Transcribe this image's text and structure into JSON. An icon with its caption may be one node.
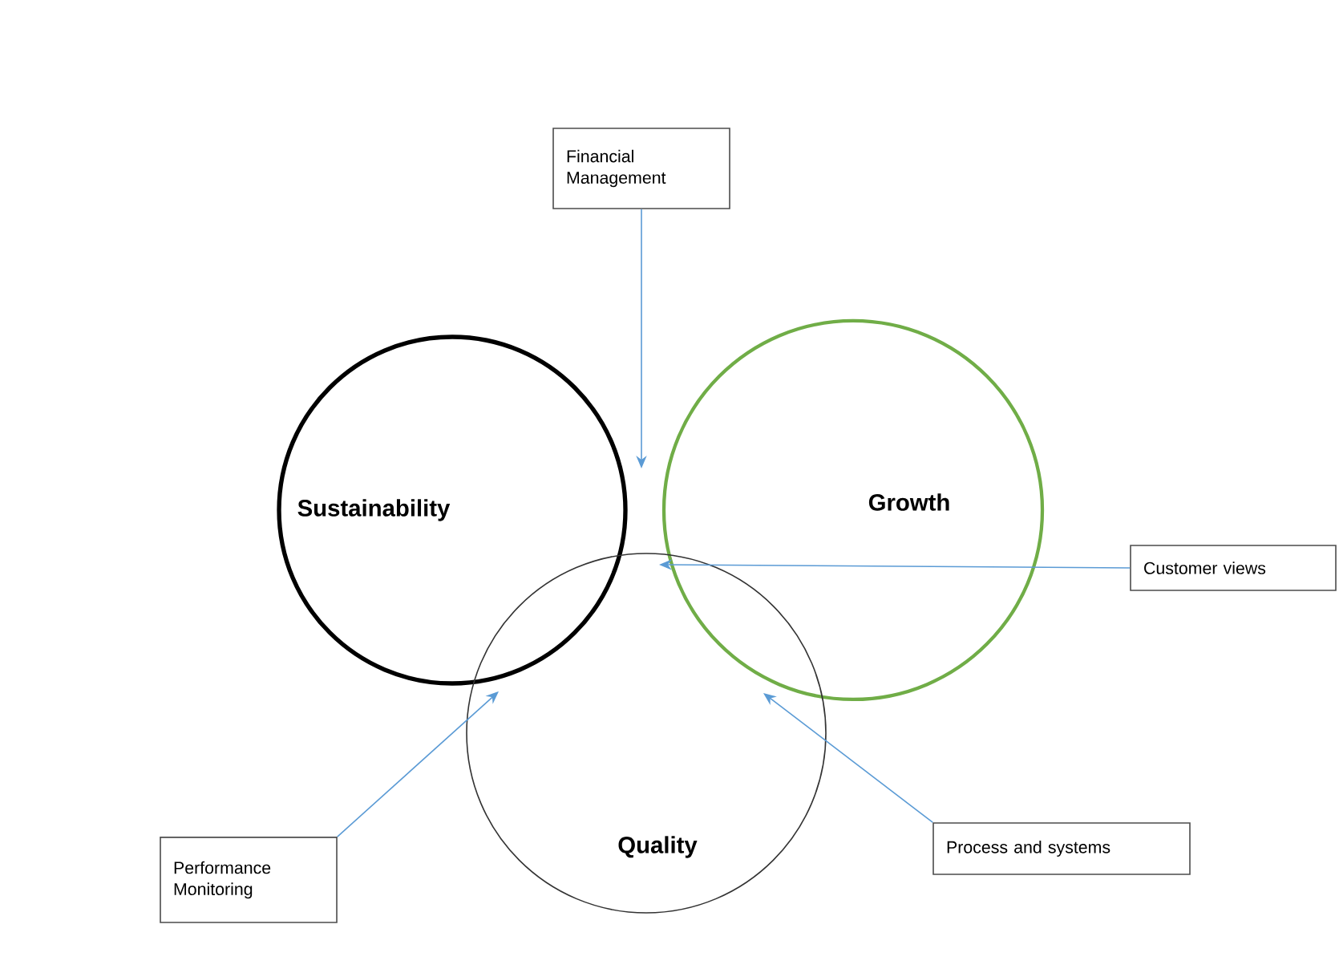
{
  "diagram": {
    "nodes": [
      {
        "text": [
          "Sustainability"
        ]
      },
      {
        "text": [
          "Growth"
        ]
      },
      {
        "text": [
          "Quality"
        ]
      },
      {
        "text": [
          "Financial Management"
        ]
      },
      {
        "text": [
          "Customer views"
        ]
      },
      {
        "text": [
          "Performance Monitoring"
        ]
      },
      {
        "text": [
          "Process and systems"
        ]
      }
    ],
    "edges": [
      {
        "from": 3,
        "to": 0,
        "arrow": "to"
      },
      {
        "from": 4,
        "to": 1,
        "arrow": "to"
      },
      {
        "from": 4,
        "to": 2,
        "arrow": "to"
      },
      {
        "from": 5,
        "to": 2,
        "arrow": "to"
      },
      {
        "from": 6,
        "to": 2,
        "arrow": "to"
      }
    ]
  }
}
